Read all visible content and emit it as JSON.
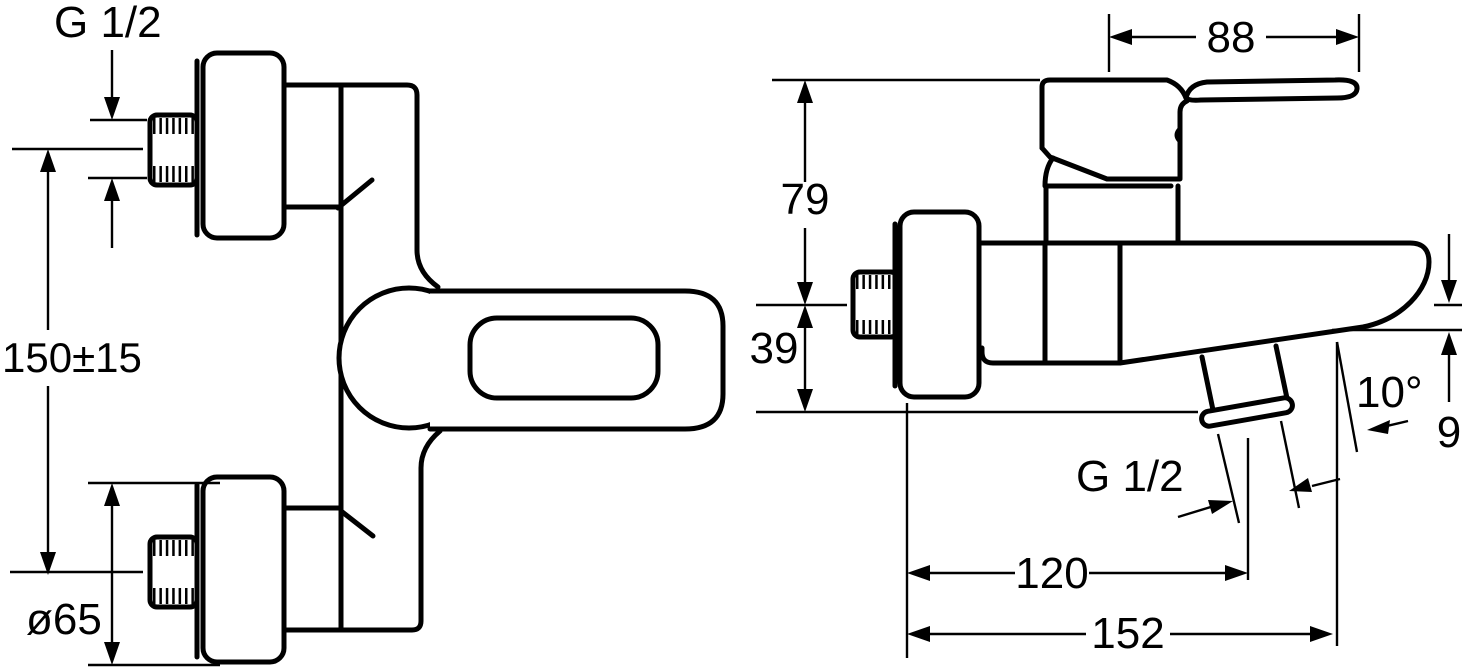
{
  "colors": {
    "line": "#000000",
    "background": "#ffffff"
  },
  "front_view": {
    "inlet_thread_label": "G 1/2",
    "center_distance": "150±15",
    "escutcheon_diameter": "ø65"
  },
  "side_view": {
    "handle_length": "88",
    "height_above_axis": "79",
    "height_below_axis": "39",
    "outlet_angle": "10°",
    "spout_lip_height": "9",
    "outlet_thread_label": "G 1/2",
    "outlet_offset": "120",
    "spout_reach": "152"
  }
}
